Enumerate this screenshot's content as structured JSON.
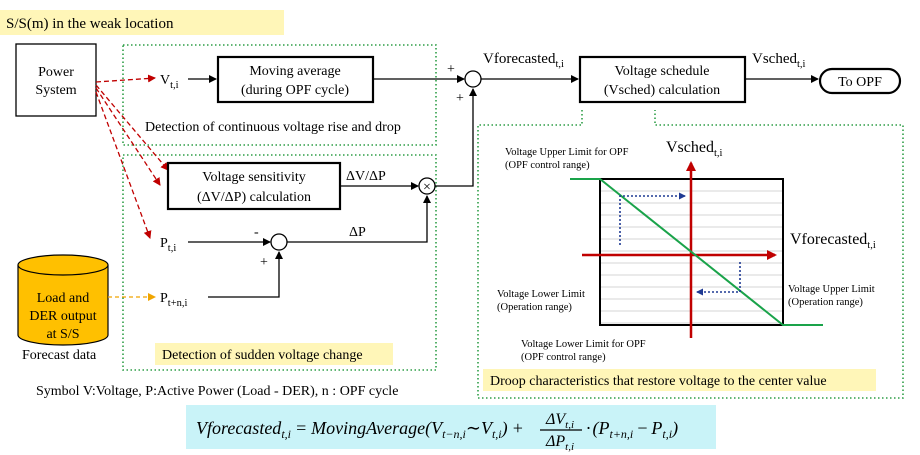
{
  "title_banner": "S/S(m) in the weak location",
  "blocks": {
    "power_system": [
      "Power",
      "System"
    ],
    "moving_average": [
      "Moving average",
      "(during OPF cycle)"
    ],
    "voltage_schedule": [
      "Voltage schedule",
      "(Vsched) calculation"
    ],
    "to_opf": "To OPF",
    "voltage_sensitivity": [
      "Voltage sensitivity",
      "(ΔV/ΔP) calculation"
    ],
    "forecast_db": [
      "Load and",
      "DER output",
      "at S/S"
    ]
  },
  "signals": {
    "v_base": "V",
    "v_sub": "t,i",
    "vforecast_base": "Vforecasted",
    "vforecast_sub": "t,i",
    "vsched_base": "Vsched",
    "vsched_sub": "t,i",
    "dvdp": "ΔV/ΔP",
    "dp": "ΔP",
    "p_base": "P",
    "p_sub": "t,i",
    "pn_base": "P",
    "pn_sub": "t+n,i",
    "plus": "+",
    "minus": "-",
    "mult": "×"
  },
  "captions": {
    "continuous": "Detection of continuous voltage rise and drop",
    "sudden": "Detection of sudden voltage change",
    "droop": "Droop characteristics that restore voltage to the center value",
    "forecast_data": "Forecast data",
    "symbol": "Symbol V:Voltage, P:Active Power (Load - DER), n : OPF cycle"
  },
  "droop_chart": {
    "y_axis_base": "Vsched",
    "y_axis_sub": "t,i",
    "x_axis_base": "Vforecasted",
    "x_axis_sub": "t,i",
    "upper_opf": [
      "Voltage Upper Limit for OPF",
      "(OPF control range)"
    ],
    "lower_op": [
      "Voltage Lower Limit",
      "(Operation range)"
    ],
    "upper_op": [
      "Voltage Upper Limit",
      "(Operation range)"
    ],
    "lower_opf": [
      "Voltage Lower Limit for OPF",
      "(OPF control range)"
    ]
  },
  "formula": {
    "lhs_base": "Vforecasted",
    "lhs_sub": "t,i",
    "eq": "=",
    "ma": "MovingAverage(",
    "v1_base": "V",
    "v1_sub": "t−n,i",
    "tilde": "∼",
    "v2_base": "V",
    "v2_sub": "t,i",
    "close": ")",
    "plus": "+",
    "frac_num_base": "ΔV",
    "frac_num_sub": "t,i",
    "frac_den_base": "ΔP",
    "frac_den_sub": "t,i",
    "dot": "·",
    "open2": "(",
    "p1_base": "P",
    "p1_sub": "t+n,i",
    "minus": "−",
    "p2_base": "P",
    "p2_sub": "t,i",
    "close2": ")"
  },
  "colors": {
    "banner_bg": "#fff6b8",
    "formula_bg": "#c9f3f8",
    "frame_green": "#2e9e47",
    "signal_red": "#c00000",
    "droop_line": "#1aa34a",
    "forecast_arrow": "#f0a500",
    "db_fill": "#ffc000"
  }
}
